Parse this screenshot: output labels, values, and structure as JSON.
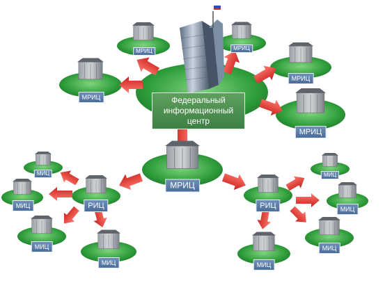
{
  "center": {
    "title_lines": [
      "Федеральный",
      "информационный",
      "центр"
    ]
  },
  "labels": {
    "mric": "МРИЦ",
    "ric": "РИЦ",
    "mic": "МИЦ"
  },
  "colors": {
    "platform_green": "#3aa83f",
    "arrow_red": "#e8443c",
    "label_blue": "#5a7eaa"
  },
  "icons": [
    "tower-building-icon",
    "office-building-icon",
    "flag-icon",
    "arrow-icon"
  ]
}
